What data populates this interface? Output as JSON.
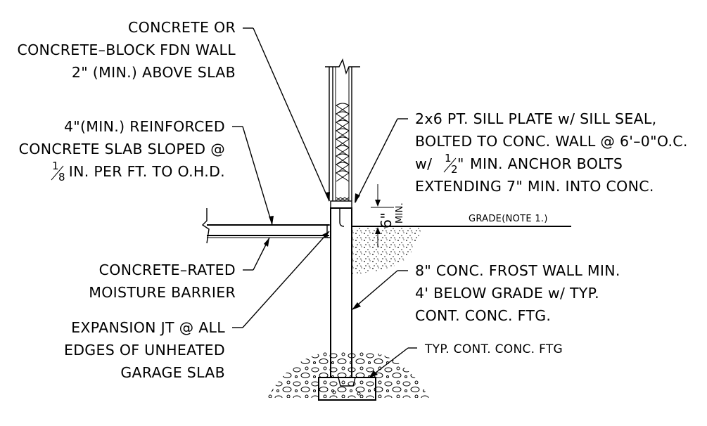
{
  "labels": {
    "fdn_wall": [
      "CONCRETE OR",
      "CONCRETE–BLOCK FDN WALL",
      "2\" (MIN.) ABOVE SLAB"
    ],
    "slab": [
      "4\"(MIN.) REINFORCED",
      "CONCRETE SLAB SLOPED @",
      "IN. PER FT. TO O.H.D."
    ],
    "slab_fraction": [
      "1",
      "8"
    ],
    "moisture": [
      "CONCRETE–RATED",
      "MOISTURE BARRIER"
    ],
    "expansion": [
      "EXPANSION JT @ ALL",
      "EDGES OF UNHEATED",
      "GARAGE SLAB"
    ],
    "sill_plate": [
      "2x6 PT. SILL PLATE w/ SILL SEAL,",
      "BOLTED TO CONC. WALL @ 6'–0\"O.C.",
      "MIN. ANCHOR BOLTS",
      "EXTENDING 7\" MIN. INTO CONC."
    ],
    "sill_prefix": "w/",
    "sill_fraction": [
      "1",
      "2"
    ],
    "sill_fraction_tail": "\"",
    "grade": "GRADE(NOTE 1.)",
    "frost_wall": [
      "8\" CONC. FROST WALL MIN.",
      "4' BELOW GRADE w/ TYP.",
      "CONT. CONC. FTG."
    ],
    "footing": "TYP. CONT. CONC. FTG",
    "dim_value": "6\"",
    "dim_min": "MIN."
  }
}
